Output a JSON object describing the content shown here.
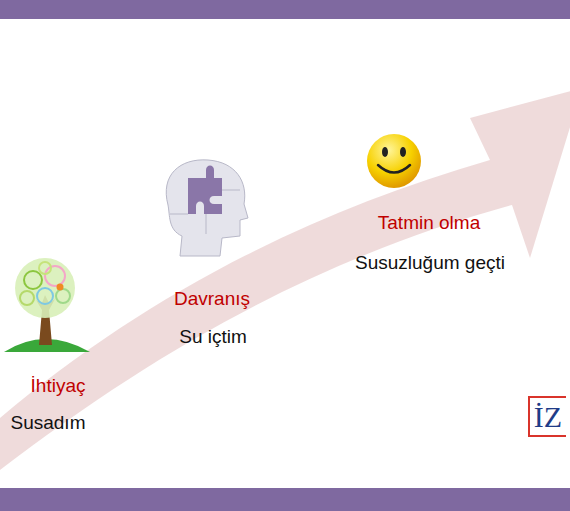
{
  "diagram": {
    "labels": [
      "İhtiyaç",
      "Susadım",
      "Davranış",
      "Su içtim",
      "Tatmin olma",
      "Susuzluğum geçti",
      "İZ"
    ]
  }
}
